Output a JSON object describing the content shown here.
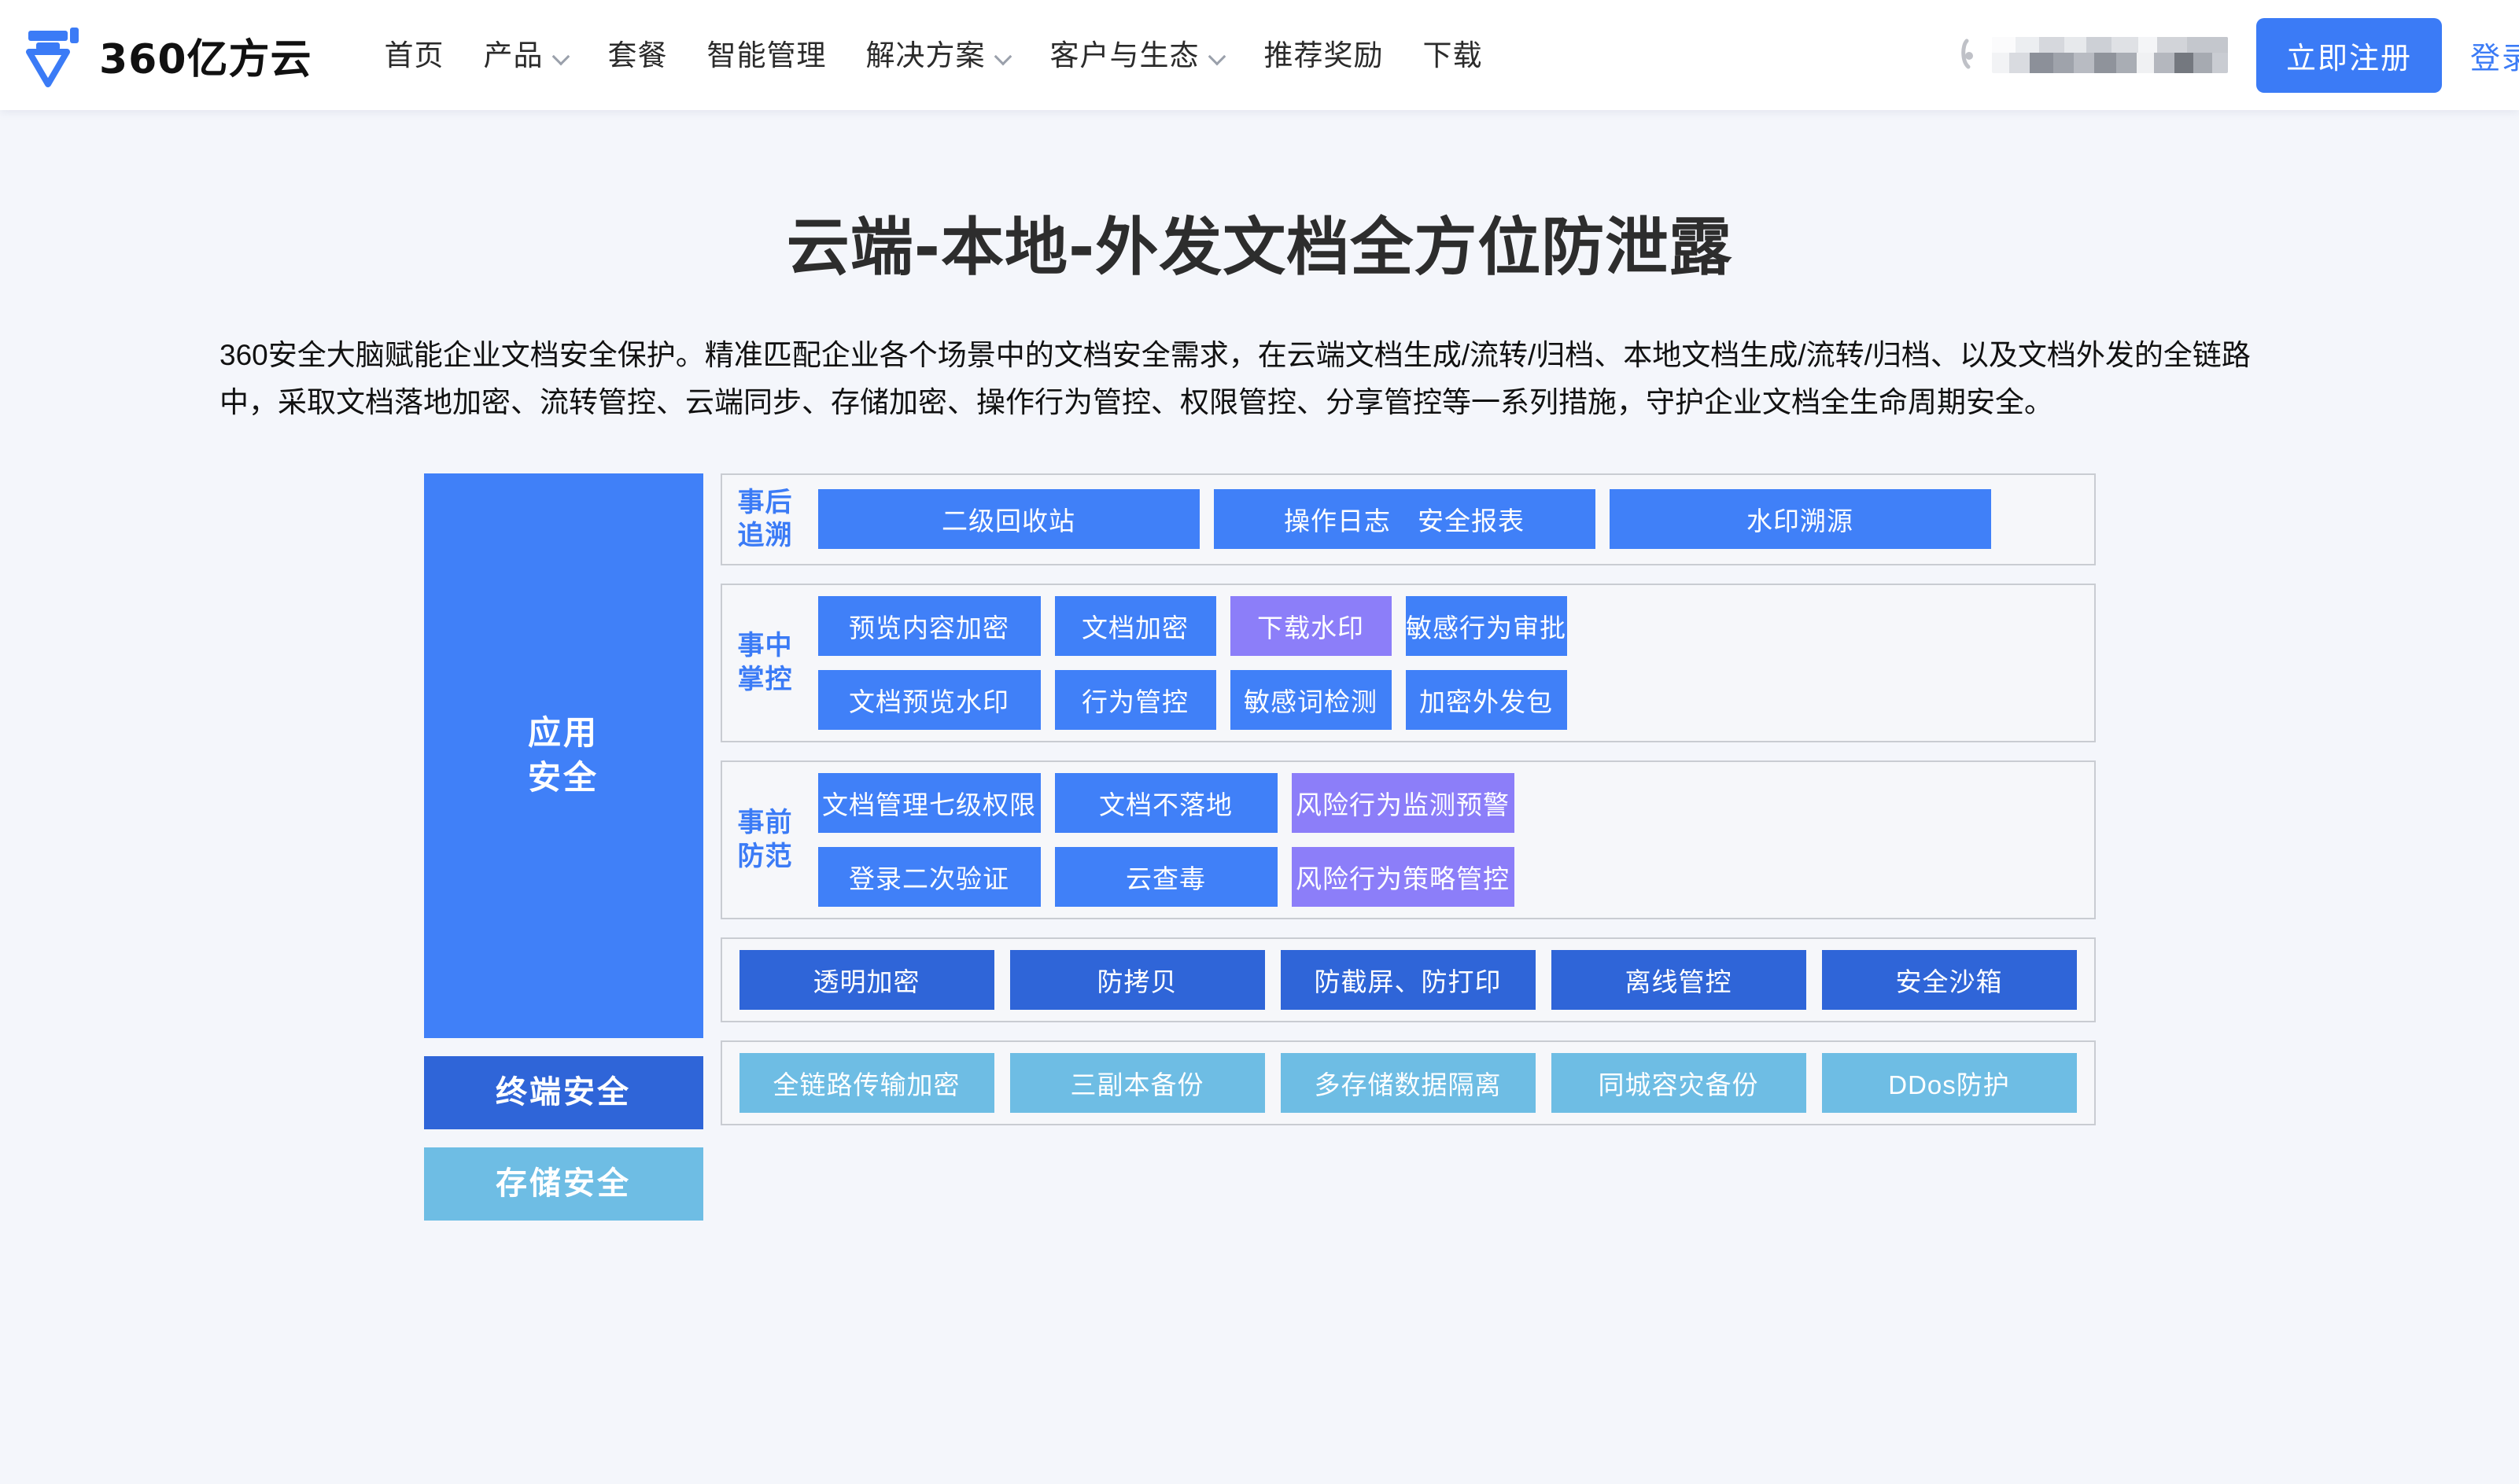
{
  "header": {
    "brand_name": "360亿方云",
    "logo_icon": "360-yifangyun-logo-icon",
    "nav": [
      {
        "label": "首页",
        "has_caret": false
      },
      {
        "label": "产品",
        "has_caret": true
      },
      {
        "label": "套餐",
        "has_caret": false
      },
      {
        "label": "智能管理",
        "has_caret": false
      },
      {
        "label": "解决方案",
        "has_caret": true
      },
      {
        "label": "客户与生态",
        "has_caret": true
      },
      {
        "label": "推荐奖励",
        "has_caret": false
      },
      {
        "label": "下载",
        "has_caret": false
      }
    ],
    "phone_icon": "phone-icon",
    "phone_redacted": "",
    "register_label": "立即注册",
    "login_label": "登录",
    "accent_color": "#3b7bf6"
  },
  "hero": {
    "title": "云端-本地-外发文档全方位防泄露",
    "description": "360安全大脑赋能企业文档安全保护。精准匹配企业各个场景中的文档安全需求，在云端文档生成/流转/归档、本地文档生成/流转/归档、以及文档外发的全链路中，采取文档落地加密、流转管控、云端同步、存储加密、操作行为管控、权限管控、分享管控等一系列措施，守护企业文档全生命周期安全。"
  },
  "diagram": {
    "colors": {
      "blue": "#4080f8",
      "purple": "#8c7ef9",
      "navy": "#2f65d8",
      "cyan": "#6ebde4",
      "panel_border": "#c9ccd2",
      "panel_bg": "#f6f7fa",
      "label_color": "#3b7bf6"
    },
    "left_blocks": [
      {
        "label": "应用\n安全",
        "line1": "应用",
        "line2": "安全",
        "color": "#4080f8"
      },
      {
        "label": "终端安全",
        "color": "#2f65d8"
      },
      {
        "label": "存储安全",
        "color": "#6ebde4"
      }
    ],
    "app_security": {
      "panels": [
        {
          "label_line1": "事后",
          "label_line2": "追溯",
          "rows": [
            [
              {
                "label": "二级回收站",
                "color": "blue"
              },
              {
                "label": "操作日志　安全报表",
                "color": "blue"
              },
              {
                "label": "水印溯源",
                "color": "blue"
              }
            ]
          ]
        },
        {
          "label_line1": "事中",
          "label_line2": "掌控",
          "rows": [
            [
              {
                "label": "预览内容加密",
                "color": "blue"
              },
              {
                "label": "文档加密",
                "color": "blue"
              },
              {
                "label": "下载水印",
                "color": "purple"
              },
              {
                "label": "敏感行为审批",
                "color": "blue"
              }
            ],
            [
              {
                "label": "文档预览水印",
                "color": "blue"
              },
              {
                "label": "行为管控",
                "color": "blue"
              },
              {
                "label": "敏感词检测",
                "color": "blue"
              },
              {
                "label": "加密外发包",
                "color": "blue"
              }
            ]
          ]
        },
        {
          "label_line1": "事前",
          "label_line2": "防范",
          "rows": [
            [
              {
                "label": "文档管理七级权限",
                "color": "blue"
              },
              {
                "label": "文档不落地",
                "color": "blue"
              },
              {
                "label": "风险行为监测预警",
                "color": "purple"
              }
            ],
            [
              {
                "label": "登录二次验证",
                "color": "blue"
              },
              {
                "label": "云查毒",
                "color": "blue"
              },
              {
                "label": "风险行为策略管控",
                "color": "purple"
              }
            ]
          ]
        }
      ]
    },
    "terminal_security": {
      "tiles": [
        {
          "label": "透明加密",
          "color": "navy"
        },
        {
          "label": "防拷贝",
          "color": "navy"
        },
        {
          "label": "防截屏、防打印",
          "color": "navy"
        },
        {
          "label": "离线管控",
          "color": "navy"
        },
        {
          "label": "安全沙箱",
          "color": "navy"
        }
      ]
    },
    "storage_security": {
      "tiles": [
        {
          "label": "全链路传输加密",
          "color": "cyan"
        },
        {
          "label": "三副本备份",
          "color": "cyan"
        },
        {
          "label": "多存储数据隔离",
          "color": "cyan"
        },
        {
          "label": "同城容灾备份",
          "color": "cyan"
        },
        {
          "label": "DDos防护",
          "color": "cyan"
        }
      ]
    }
  }
}
